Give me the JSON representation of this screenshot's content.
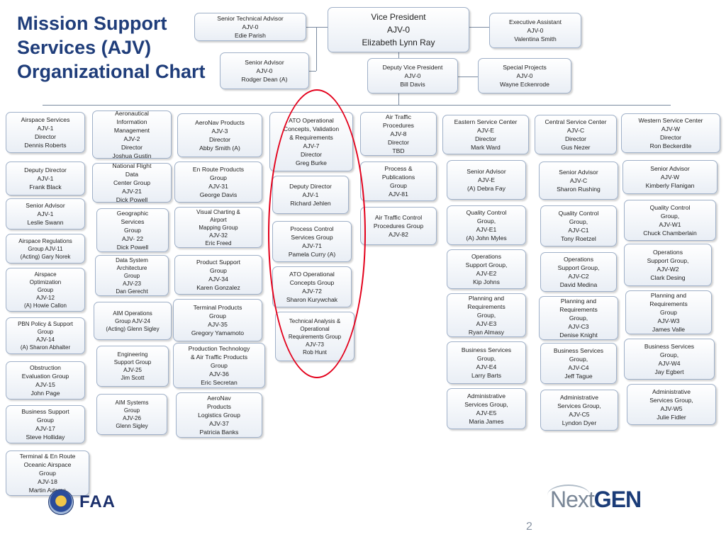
{
  "title": {
    "line1": "Mission Support",
    "line2": "Services (AJV)",
    "line3": "Organizational Chart"
  },
  "top": {
    "vp": [
      "Vice President",
      "AJV-0",
      "Elizabeth Lynn Ray"
    ],
    "sta": [
      "Senior Technical Advisor",
      "AJV-0",
      "Edie Parish"
    ],
    "sa": [
      "Senior Advisor",
      "AJV-0",
      "Rodger Dean (A)"
    ],
    "ea": [
      "Executive Assistant",
      "AJV-0",
      "Valentina Smith"
    ],
    "dvp": [
      "Deputy Vice President",
      "AJV-0",
      "Bill Davis"
    ],
    "sp": [
      "Special Projects",
      "AJV-0",
      "Wayne Eckenrode"
    ]
  },
  "col1": [
    [
      "Airspace Services",
      "AJV-1",
      "Director",
      "Dennis Roberts"
    ],
    [
      "Deputy Director",
      "AJV-1",
      "Frank Black"
    ],
    [
      "Senior Advisor",
      "AJV-1",
      "Leslie Swann"
    ],
    [
      "Airspace Regulations",
      "Group  AJV-11",
      "(Acting) Gary Norek"
    ],
    [
      "Airspace",
      "Optimization",
      "Group",
      "AJV-12",
      "(A) Howie Callon"
    ],
    [
      "PBN Policy & Support",
      "Group",
      "AJV-14",
      "(A) Sharon Abhalter"
    ],
    [
      "Obstruction",
      "Evaluation Group",
      "AJV-15",
      "John Page"
    ],
    [
      "Business Support",
      "Group",
      "AJV-17",
      "Steve Holliday"
    ],
    [
      "Terminal & En Route",
      "Oceanic Airspace",
      "Group",
      "AJV-18",
      "Martin Adams"
    ]
  ],
  "col2": [
    [
      "Aeronautical",
      "Information",
      "Management",
      "AJV-2",
      "Director",
      "Joshua Gustin"
    ],
    [
      "National Flight",
      "Data",
      "Center Group",
      "AJV-21",
      "Dick Powell"
    ],
    [
      "Geographic",
      "Services",
      "Group",
      "AJV- 22",
      "Dick Powell"
    ],
    [
      "Data System",
      "Architecture",
      "Group",
      "AJV-23",
      "Dan Gerecht"
    ],
    [
      "AIM Operations",
      "Group AJV-24",
      "(Acting) Glenn Sigley"
    ],
    [
      "Engineering",
      "Support Group",
      "AJV-25",
      "Jim Scott"
    ],
    [
      "AIM Systems",
      "Group",
      "AJV-26",
      "Glenn Sigley"
    ]
  ],
  "col3": [
    [
      "AeroNav Products",
      "AJV-3",
      "Director",
      "Abby Smith (A)"
    ],
    [
      "En Route Products",
      "Group",
      "AJV-31",
      "George Davis"
    ],
    [
      "Visual Charting &",
      "Airport",
      "Mapping Group",
      "AJV-32",
      "Eric Freed"
    ],
    [
      "Product Support",
      "Group",
      "AJV-34",
      "Karen Gonzalez"
    ],
    [
      "Terminal Products",
      "Group",
      "AJV-35",
      "Gregory Yamamoto"
    ],
    [
      "Production Technology",
      "& Air Traffic Products",
      "Group",
      "AJV-36",
      "Eric Secretan"
    ],
    [
      "AeroNav",
      "Products",
      "Logistics Group",
      "AJV-37",
      "Patricia Banks"
    ]
  ],
  "col4": [
    [
      "ATO Operational",
      "Concepts, Validation",
      "& Requirements",
      "AJV-7",
      "Director",
      "Greg Burke"
    ],
    [
      "Deputy Director",
      "AJV-1",
      "Richard Jehlen"
    ],
    [
      "Process Control",
      "Services Group",
      "AJV-71",
      "Pamela Curry (A)"
    ],
    [
      "ATO Operational",
      "Concepts Group",
      "AJV-72",
      "Sharon Kurywchak"
    ],
    [
      "Technical Analysis &",
      "Operational",
      "Requirements Group",
      "AJV-73",
      "Rob Hunt"
    ]
  ],
  "col5": [
    [
      "Air Traffic",
      "Procedures",
      "AJV-8",
      "Director",
      "TBD"
    ],
    [
      "Process &",
      "Publications",
      "Group",
      "AJV-81"
    ],
    [
      "Air Traffic Control",
      "Procedures Group",
      "AJV-82"
    ]
  ],
  "col6": [
    [
      "Eastern Service Center",
      "AJV-E",
      "Director",
      "Mark Ward"
    ],
    [
      "Senior Advisor",
      "AJV-E",
      "(A) Debra Fay"
    ],
    [
      "Quality Control",
      "Group,",
      "AJV-E1",
      "(A) John Myles"
    ],
    [
      "Operations",
      "Support Group,",
      "AJV-E2",
      "Kip Johns"
    ],
    [
      "Planning and",
      "Requirements",
      "Group,",
      "AJV-E3",
      "Ryan Almasy"
    ],
    [
      "Business Services",
      "Group,",
      "AJV-E4",
      "Larry Barts"
    ],
    [
      "Administrative",
      "Services Group,",
      "AJV-E5",
      "Maria James"
    ]
  ],
  "col7": [
    [
      "Central Service Center",
      "AJV-C",
      "Director",
      "Gus Nezer"
    ],
    [
      "Senior Advisor",
      "AJV-C",
      "Sharon Rushing"
    ],
    [
      "Quality Control",
      "Group,",
      "AJV-C1",
      "Tony Roetzel"
    ],
    [
      "Operations",
      "Support Group,",
      "AJV-C2",
      "David Medina"
    ],
    [
      "Planning and",
      "Requirements",
      "Group,",
      "AJV-C3",
      "Denise Knight"
    ],
    [
      "Business Services",
      "Group,",
      "AJV-C4",
      "Jeff Tague"
    ],
    [
      "Administrative",
      "Services Group,",
      "AJV-C5",
      "Lyndon Dyer"
    ]
  ],
  "col8": [
    [
      "Western Service Center",
      "AJV-W",
      "Director",
      "Ron Beckerdite"
    ],
    [
      "Senior Advisor",
      "AJV-W",
      "Kimberly Flanigan"
    ],
    [
      "Quality Control",
      "Group,",
      "AJV-W1",
      "Chuck Chamberlain"
    ],
    [
      "Operations",
      "Support Group,",
      "AJV-W2",
      "Clark Desing"
    ],
    [
      "Planning and",
      "Requirements",
      "Group",
      "AJV-W3",
      "James Valle"
    ],
    [
      "Business Services",
      "Group,",
      "AJV-W4",
      "Jay Egbert"
    ],
    [
      "Administrative",
      "Services Group,",
      "AJV-W5",
      "Julie Fidler"
    ]
  ],
  "logos": {
    "faa": "FAA",
    "nextgen_a": "Next",
    "nextgen_b": "GEN"
  },
  "page_number": "2"
}
